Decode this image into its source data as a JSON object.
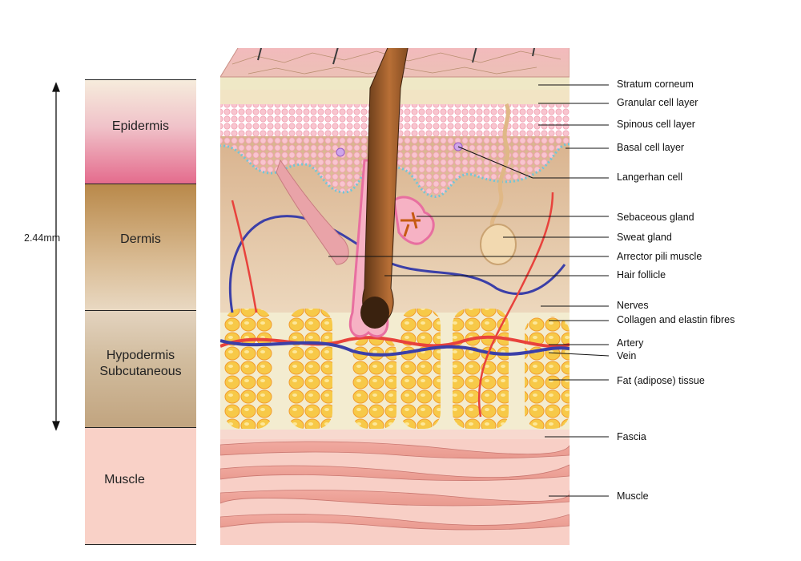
{
  "layers": [
    {
      "key": "epidermis",
      "label": "Epidermis"
    },
    {
      "key": "dermis",
      "label": "Dermis"
    },
    {
      "key": "hypodermis",
      "label_line1": "Hypodermis",
      "label_line2": "Subcutaneous"
    },
    {
      "key": "muscle",
      "label": "Muscle"
    }
  ],
  "measurement": "2.44mm",
  "labels": [
    "Stratum corneum",
    "Granular cell layer",
    "Spinous cell layer",
    "Basal cell layer",
    "Langerhan cell",
    "Sebaceous gland",
    "Sweat gland",
    "Arrector pili muscle",
    "Hair follicle",
    "Nerves",
    "Collagen and elastin fibres",
    "Artery",
    "Vein",
    "Fat (adipose) tissue",
    "Fascia",
    "Muscle"
  ],
  "colors": {
    "epidermis": "#e46a8c",
    "dermis": "#b9894a",
    "hypodermis": "#d2bd9f",
    "muscle": "#f8cdc4",
    "skin_surface": "#f1c2c2",
    "fat": "#f5c33c",
    "artery": "#e8423c",
    "vein": "#3b3fa8"
  }
}
